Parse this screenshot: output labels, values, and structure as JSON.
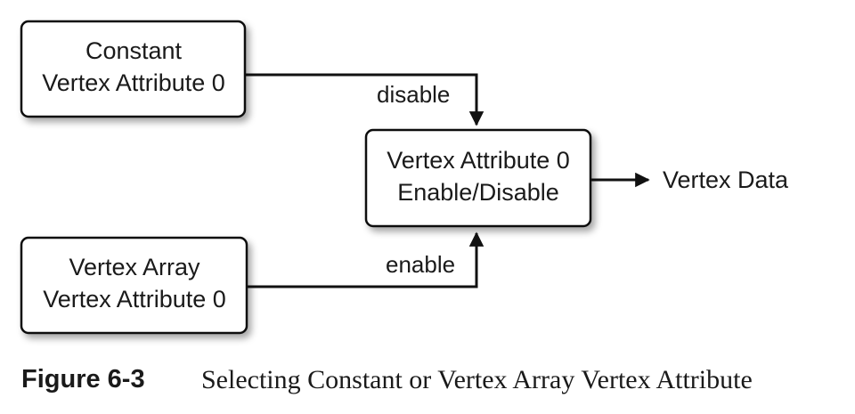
{
  "nodes": {
    "constant": {
      "line1": "Constant",
      "line2": "Vertex Attribute 0"
    },
    "array": {
      "line1": "Vertex Array",
      "line2": "Vertex Attribute 0"
    },
    "selector": {
      "line1": "Vertex Attribute 0",
      "line2": "Enable/Disable"
    },
    "output": {
      "label": "Vertex Data"
    }
  },
  "edges": {
    "constant_to_selector": "disable",
    "array_to_selector": "enable"
  },
  "caption": {
    "label": "Figure 6-3",
    "text": "Selecting Constant or Vertex Array Vertex Attribute"
  }
}
